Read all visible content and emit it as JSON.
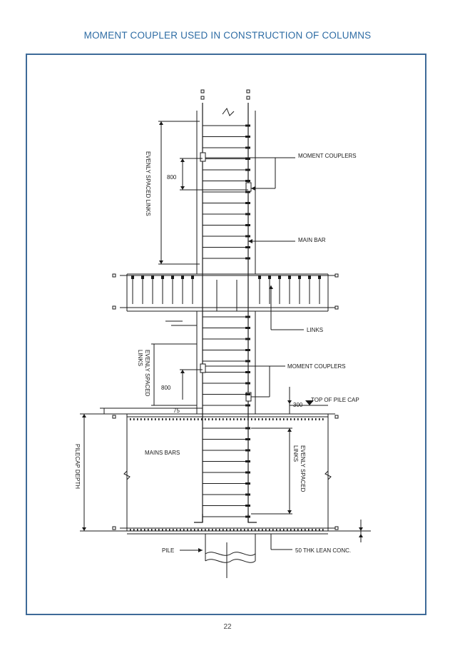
{
  "header": {
    "title": "MOMENT COUPLER USED IN CONSTRUCTION OF COLUMNS"
  },
  "footer": {
    "page_number": "22"
  },
  "colors": {
    "title": "#2e6ca4",
    "frame": "#3e6a98",
    "line": "#1a1a1a"
  },
  "diagram": {
    "labels": {
      "moment_couplers_top": "MOMENT COUPLERS",
      "main_bar": "MAIN BAR",
      "links": "LINKS",
      "moment_couplers_bottom": "MOMENT COUPLERS",
      "top_of_pile_cap": "TOP OF PILE CAP",
      "mains_bars": "MAINS BARS",
      "pile": "PILE",
      "lean_conc": "50 THK LEAN CONC.",
      "evenly_spaced_links_top": "EVENLY SPACED LINKS",
      "evenly_spaced_links_mid_1": "EVENLY SPACED",
      "evenly_spaced_links_mid_2": "LINKS",
      "evenly_spaced_links_cap_1": "EVENLY SPACED",
      "evenly_spaced_links_cap_2": "LINKS",
      "pilecap_depth": "PILECAP DEPTH"
    },
    "dimensions": {
      "coupler_spacing_top": "800",
      "coupler_spacing_bottom": "800",
      "cover_75": "75",
      "offset_300": "300"
    }
  }
}
